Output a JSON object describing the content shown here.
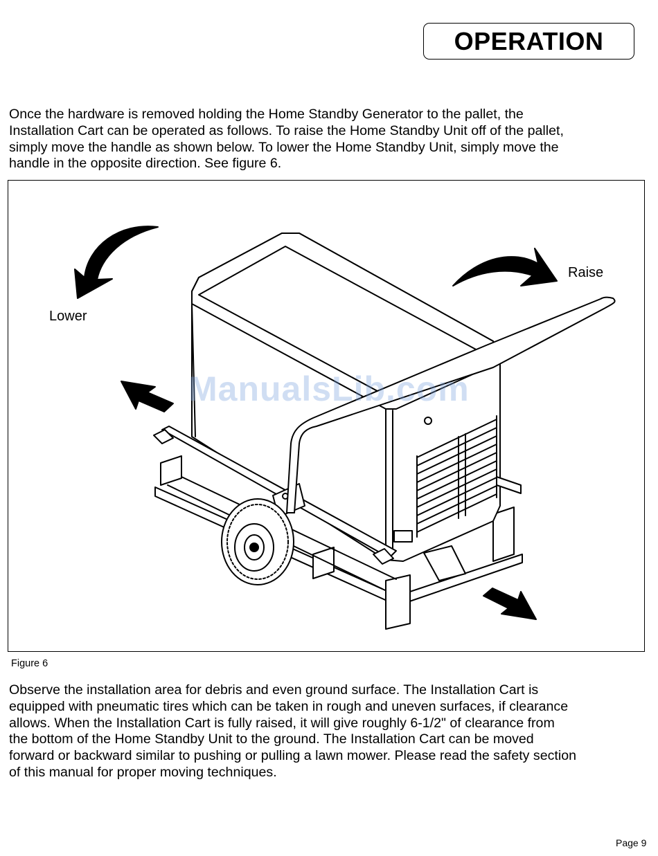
{
  "header": {
    "section_title": "OPERATION"
  },
  "intro": {
    "lines": [
      "Once the hardware is removed holding the Home Standby Generator to the pallet, the",
      "Installation Cart can be operated as follows.  To raise the Home Standby Unit off of the pallet,",
      "simply move the handle as shown below.  To lower the Home Standby Unit, simply move the",
      "handle in the opposite direction.  See figure 6."
    ]
  },
  "figure": {
    "label_lower": "Lower",
    "label_raise": "Raise",
    "watermark": "ManualsLib.com",
    "caption": "Figure 6"
  },
  "body": {
    "lines": [
      "Observe the installation area for debris and even ground surface.  The Installation Cart is",
      "equipped with pneumatic tires which can be taken in rough and uneven surfaces, if clearance",
      "allows.  When the Installation Cart is fully raised, it will give roughly 6-1/2\" of clearance from",
      "the bottom of the Home Standby Unit to the ground.  The Installation Cart can be moved",
      "forward or backward similar to pushing or pulling a lawn mower.  Please read the safety section",
      "of this manual for proper moving techniques."
    ]
  },
  "footer": {
    "page_number": "Page 9"
  }
}
